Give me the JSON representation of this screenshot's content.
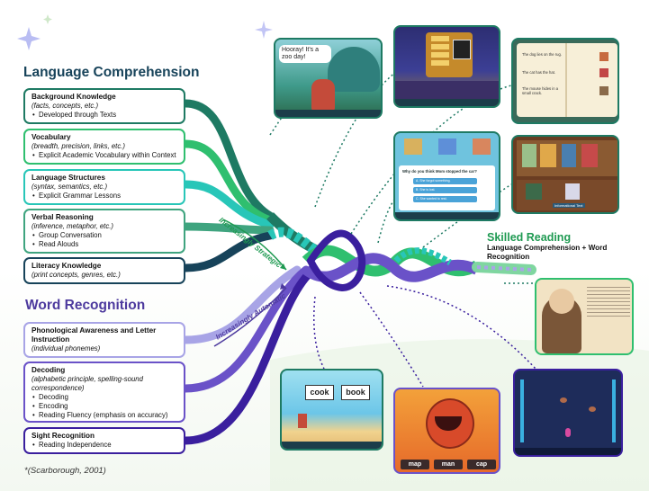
{
  "language_comprehension": {
    "title": "Language Comprehension",
    "strands": [
      {
        "heading": "Background Knowledge",
        "sub": "(facts, concepts, etc.)",
        "bullets": [
          "Developed through Texts"
        ]
      },
      {
        "heading": "Vocabulary",
        "sub": "(breadth, precision, links, etc.)",
        "bullets": [
          "Explicit Academic Vocabulary within Context"
        ]
      },
      {
        "heading": "Language Structures",
        "sub": "(syntax, semantics, etc.)",
        "bullets": [
          "Explicit Grammar Lessons"
        ]
      },
      {
        "heading": "Verbal Reasoning",
        "sub": "(inference, metaphor, etc.)",
        "bullets": [
          "Group Conversation",
          "Read Alouds"
        ]
      },
      {
        "heading": "Literacy Knowledge",
        "sub": "(print concepts, genres, etc.)",
        "bullets": []
      }
    ],
    "arrow_label": "Increasingly Strategic"
  },
  "word_recognition": {
    "title": "Word Recognition",
    "strands": [
      {
        "heading": "Phonological Awareness and Letter Instruction",
        "sub": "(individual phonemes)",
        "bullets": []
      },
      {
        "heading": "Decoding",
        "sub": "(alphabetic principle, spelling-sound correspondence)",
        "bullets": [
          "Decoding",
          "Encoding",
          "Reading Fluency (emphasis on accuracy)"
        ]
      },
      {
        "heading": "Sight Recognition",
        "sub": "",
        "bullets": [
          "Reading Independence"
        ]
      }
    ],
    "arrow_label": "Increasingly Automatic"
  },
  "skilled_reading": {
    "title": "Skilled Reading",
    "subtitle": "Language Comprehension + Word Recognition"
  },
  "citation": "*(Scarborough, 2001)",
  "screens": {
    "zoo_speech": "Hooray! It's a zoo day!",
    "quiz_question": "Why do you think Mom stopped the car?",
    "quiz_options": [
      "A. She forgot something.",
      "B. She is lost.",
      "C. She wanted to rest."
    ],
    "book_lines": [
      "The dog lies on the rug.",
      "The cat has the hat.",
      "The mouse hides in a small crack."
    ],
    "word_cards": [
      "cook",
      "book"
    ],
    "word_buttons": [
      "map",
      "man",
      "cap"
    ],
    "shelf_label": "Informational Text"
  },
  "colors": {
    "green_dark": "#1e7a63",
    "green": "#2fbf6f",
    "teal": "#28c6b8",
    "lavender": "#a8a4e6",
    "purple": "#6a52c8",
    "indigo": "#3a1f9e"
  }
}
